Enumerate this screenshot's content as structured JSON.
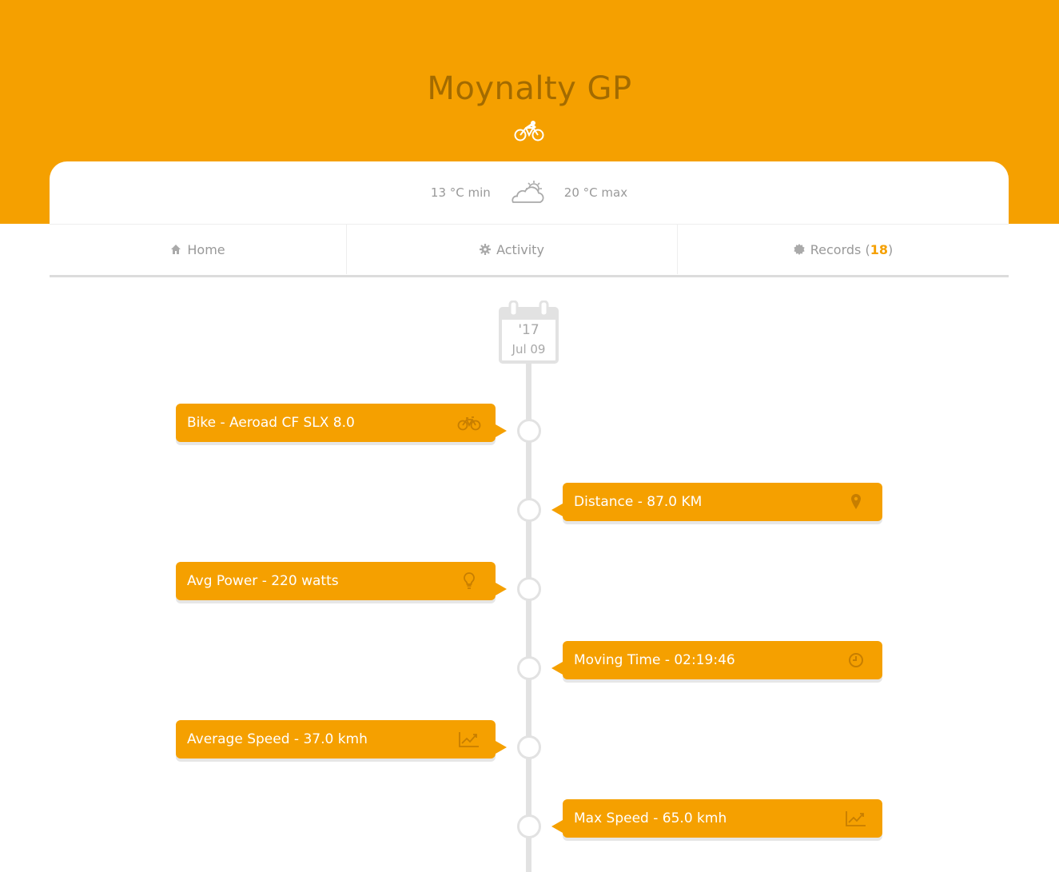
{
  "header": {
    "title": "Moynalty GP",
    "sport_icon": "bicycle-icon",
    "background_color": "#f5a000"
  },
  "weather": {
    "min_text": "13 °C min",
    "max_text": "20 °C max",
    "icon": "partly-cloudy-icon"
  },
  "nav": {
    "items": [
      {
        "label": "Home",
        "icon": "home-icon"
      },
      {
        "label": "Activity",
        "icon": "gear-icon"
      },
      {
        "label": "Records (",
        "count": "18",
        "suffix": ")",
        "icon": "badge-icon"
      }
    ]
  },
  "date_marker": {
    "year": "'17",
    "date": "Jul 09",
    "icon": "calendar-icon"
  },
  "timeline": [
    {
      "text": "Bike - Aeroad CF SLX 8.0",
      "icon": "bicycle-icon",
      "side": "left"
    },
    {
      "text": "Distance - 87.0 KM",
      "icon": "map-marker-icon",
      "side": "right"
    },
    {
      "text": "Avg Power - 220 watts",
      "icon": "lightbulb-icon",
      "side": "left"
    },
    {
      "text": "Moving Time - 02:19:46",
      "icon": "clock-icon",
      "side": "right"
    },
    {
      "text": "Average Speed - 37.0 kmh",
      "icon": "line-chart-icon",
      "side": "left"
    },
    {
      "text": "Max Speed - 65.0 kmh",
      "icon": "line-chart-icon",
      "side": "right"
    }
  ]
}
